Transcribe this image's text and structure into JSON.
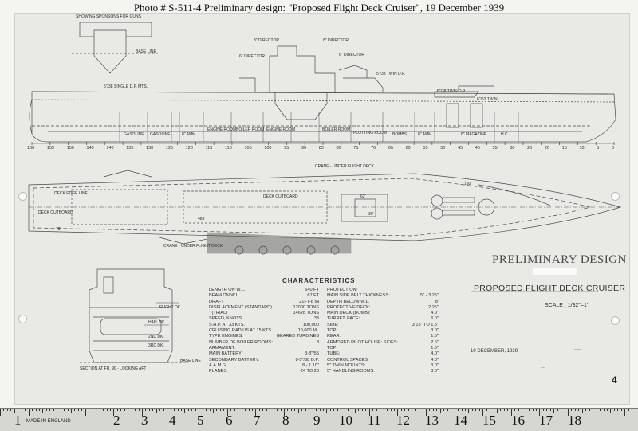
{
  "caption": "Photo # S-511-4   Preliminary design:  \"Proposed Flight Deck Cruiser\", 19 December 1939",
  "title_block": {
    "heading": "PRELIMINARY DESIGN",
    "name": "PROPOSED FLIGHT DECK CRUISER",
    "scale": "SCALE : 1/32\"=1'",
    "date": "19 DECEMBER, 1939",
    "page_number": "4"
  },
  "profile_labels": {
    "sponsons": "SHOWING SPONSONS FOR GUNS",
    "base_line": "BASE LINE",
    "director8": "8\" DIRECTOR",
    "director8b": "8\" DIRECTOR",
    "director6": "6\" DIRECTOR",
    "director6b": "6\" DIRECTOR",
    "single_dp": "5\"/38 SINGLE D.P. MTS.",
    "twin_dp": "5\"/38 TWIN D.P.",
    "twin_dp2": "5\"/38 TWIN D.P.",
    "twin_stern": "6\"/53 TWIN",
    "rooms": [
      "GASOLINE",
      "GASOLINE",
      "8\" AMM",
      "ENGINE ROOM",
      "BOILER ROOM",
      "ENGINE ROOM",
      "BOILER ROOM",
      "PLOTTING ROOM",
      "BOMBS",
      "8\" AMM",
      "8\" MAGAZINE",
      "H.C."
    ]
  },
  "frame_numbers": [
    "160",
    "155",
    "150",
    "145",
    "140",
    "135",
    "130",
    "125",
    "120",
    "115",
    "110",
    "105",
    "100",
    "95",
    "90",
    "85",
    "80",
    "75",
    "70",
    "65",
    "60",
    "55",
    "50",
    "45",
    "40",
    "35",
    "30",
    "25",
    "20",
    "15",
    "10",
    "5",
    "0"
  ],
  "plan_labels": {
    "crane_upper": "CRANE - UNDER FLIGHT DECK",
    "crane_lower": "CRANE - UNDER FLIGHT DECK",
    "deck_edge": "DECK EDGE LINE",
    "deck_outboard": "DECK OUTBOARD",
    "deck_outboard2": "DECK OUTBOARD",
    "length": "483'",
    "dim_78": "78'",
    "dim_62": "62'",
    "dim_30": "30'",
    "dim_150": "150'"
  },
  "section": {
    "labels": [
      "FLIGHT DK.",
      "HAN. DK.",
      "2ND DK.",
      "3RD DK.",
      "BASE LINE"
    ],
    "caption": "SECTION AT FR. 90 - LOOKING AFT"
  },
  "characteristics": {
    "title": "CHARACTERISTICS",
    "left": [
      [
        "LENGTH ON W.L.",
        "640 FT"
      ],
      [
        "BEAM ON W.L.",
        "67 FT"
      ],
      [
        "DRAFT",
        "21FT-8 IN"
      ],
      [
        "DISPLACEMENT (STANDARD)",
        "12000 TONS"
      ],
      [
        "\"  (TRIAL)",
        "14628 TONS"
      ],
      [
        "SPEED, KNOTS",
        "33"
      ],
      [
        "S.H.P. AT 33 KTS.",
        "100,000"
      ],
      [
        "CRUISING RADIUS AT 15 KTS.",
        "10,000 MI."
      ],
      [
        "TYPE ENGINES:",
        "GEARED TURBINES"
      ],
      [
        "NUMBER OF BOILER ROOMS:",
        "8"
      ],
      [
        "ARMAMENT:",
        ""
      ],
      [
        "MAIN BATTERY:",
        "3-8\"/55"
      ],
      [
        "SECONDARY BATTERY:",
        "8-5\"/38 D.P."
      ],
      [
        "A.A.M.G.",
        "8 - 1.10\""
      ],
      [
        "PLANES:",
        "24 TO 26"
      ]
    ],
    "right": [
      [
        "PROTECTION:",
        ""
      ],
      [
        "MAIN SIDE BELT THICKNESS:",
        "5\" - 3.25\""
      ],
      [
        "DEPTH BELOW W.L.",
        "8'"
      ],
      [
        "PROTECTIVE DECK:",
        "2.25\""
      ],
      [
        "MAIN DECK (BOMB):",
        "4.0\""
      ],
      [
        "TURRET: FACE:",
        "6.0\""
      ],
      [
        "SIDE:",
        "3.15\" TO 1.5\""
      ],
      [
        "TOP:",
        "3.0\""
      ],
      [
        "REAR:",
        "1.5\""
      ],
      [
        "ARMORED PILOT HOUSE: SIDES:",
        "2.5\""
      ],
      [
        "TOP:",
        "1.5\""
      ],
      [
        "TUBE:",
        "4.0\""
      ],
      [
        "CONTROL SPACES:",
        "4.0\""
      ],
      [
        "5\" TWIN MOUNTS:",
        "3.0\""
      ],
      [
        "5\" HANDLING ROOMS:",
        "3.0\""
      ]
    ]
  },
  "ruler": {
    "numbers": [
      "1",
      "2",
      "3",
      "4",
      "5",
      "6",
      "7",
      "8",
      "9",
      "10",
      "11",
      "12",
      "13",
      "14",
      "15",
      "16",
      "17",
      "18"
    ],
    "brand": "MADE IN ENGLAND"
  },
  "colors": {
    "paper": "#e9e9e6",
    "ink": "#2a2a2a",
    "ruler": "#d6d6d2"
  }
}
